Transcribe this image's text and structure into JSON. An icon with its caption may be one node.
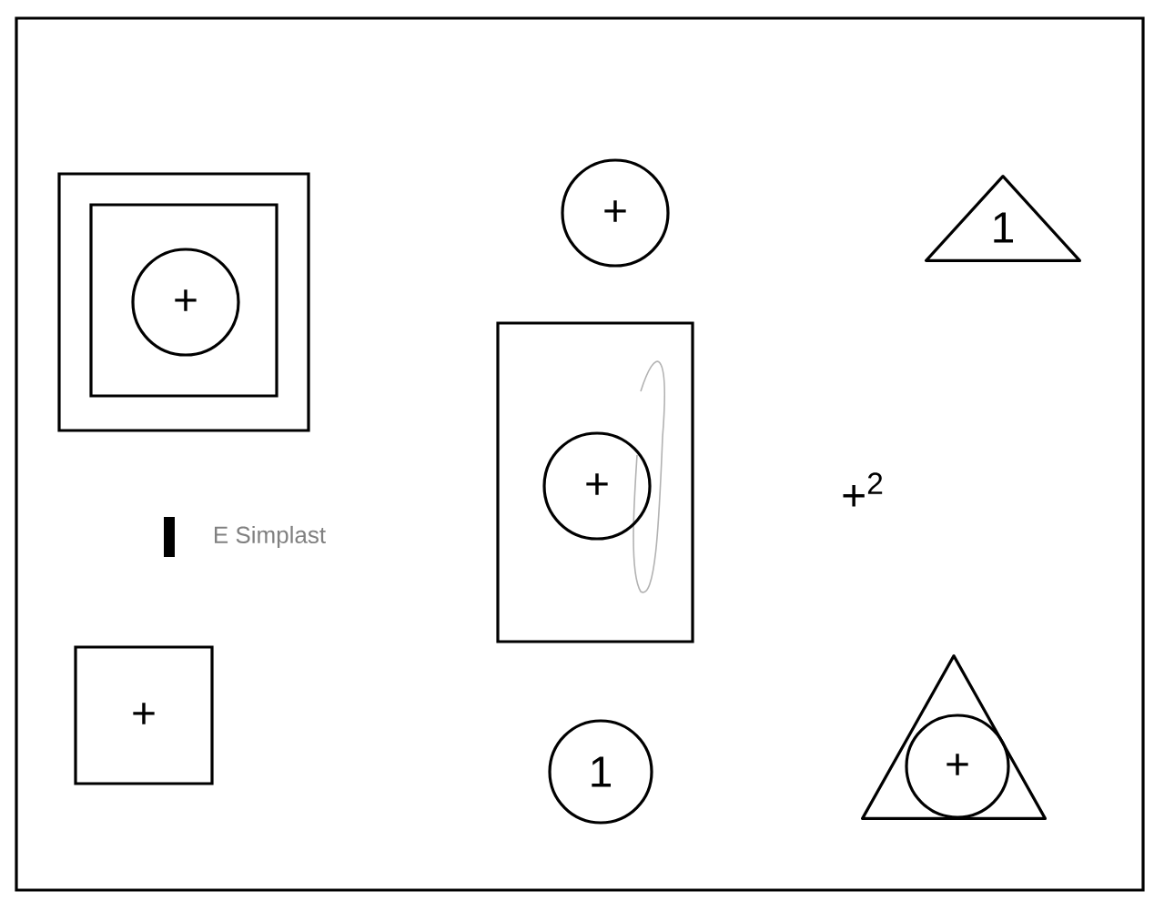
{
  "diagram": {
    "nodes": [
      {
        "text": [],
        "shape": "box"
      },
      {
        "text": [],
        "shape": "box",
        "in": 0
      },
      {
        "text": [
          "+"
        ],
        "in": 1
      },
      {
        "text": [
          "+"
        ]
      },
      {
        "text": [
          "1"
        ]
      },
      {
        "text": [],
        "shape": "box"
      },
      {
        "text": [
          "+"
        ],
        "in": 5
      },
      {
        "text": [
          "+"
        ]
      },
      {
        "text": [
          "1"
        ]
      },
      {
        "text": [],
        "shape": "triangle"
      },
      {
        "text": [
          "+"
        ],
        "in": 9
      }
    ],
    "edges": [],
    "labels": [
      "E Simplast",
      "+$^{2}$"
    ]
  }
}
